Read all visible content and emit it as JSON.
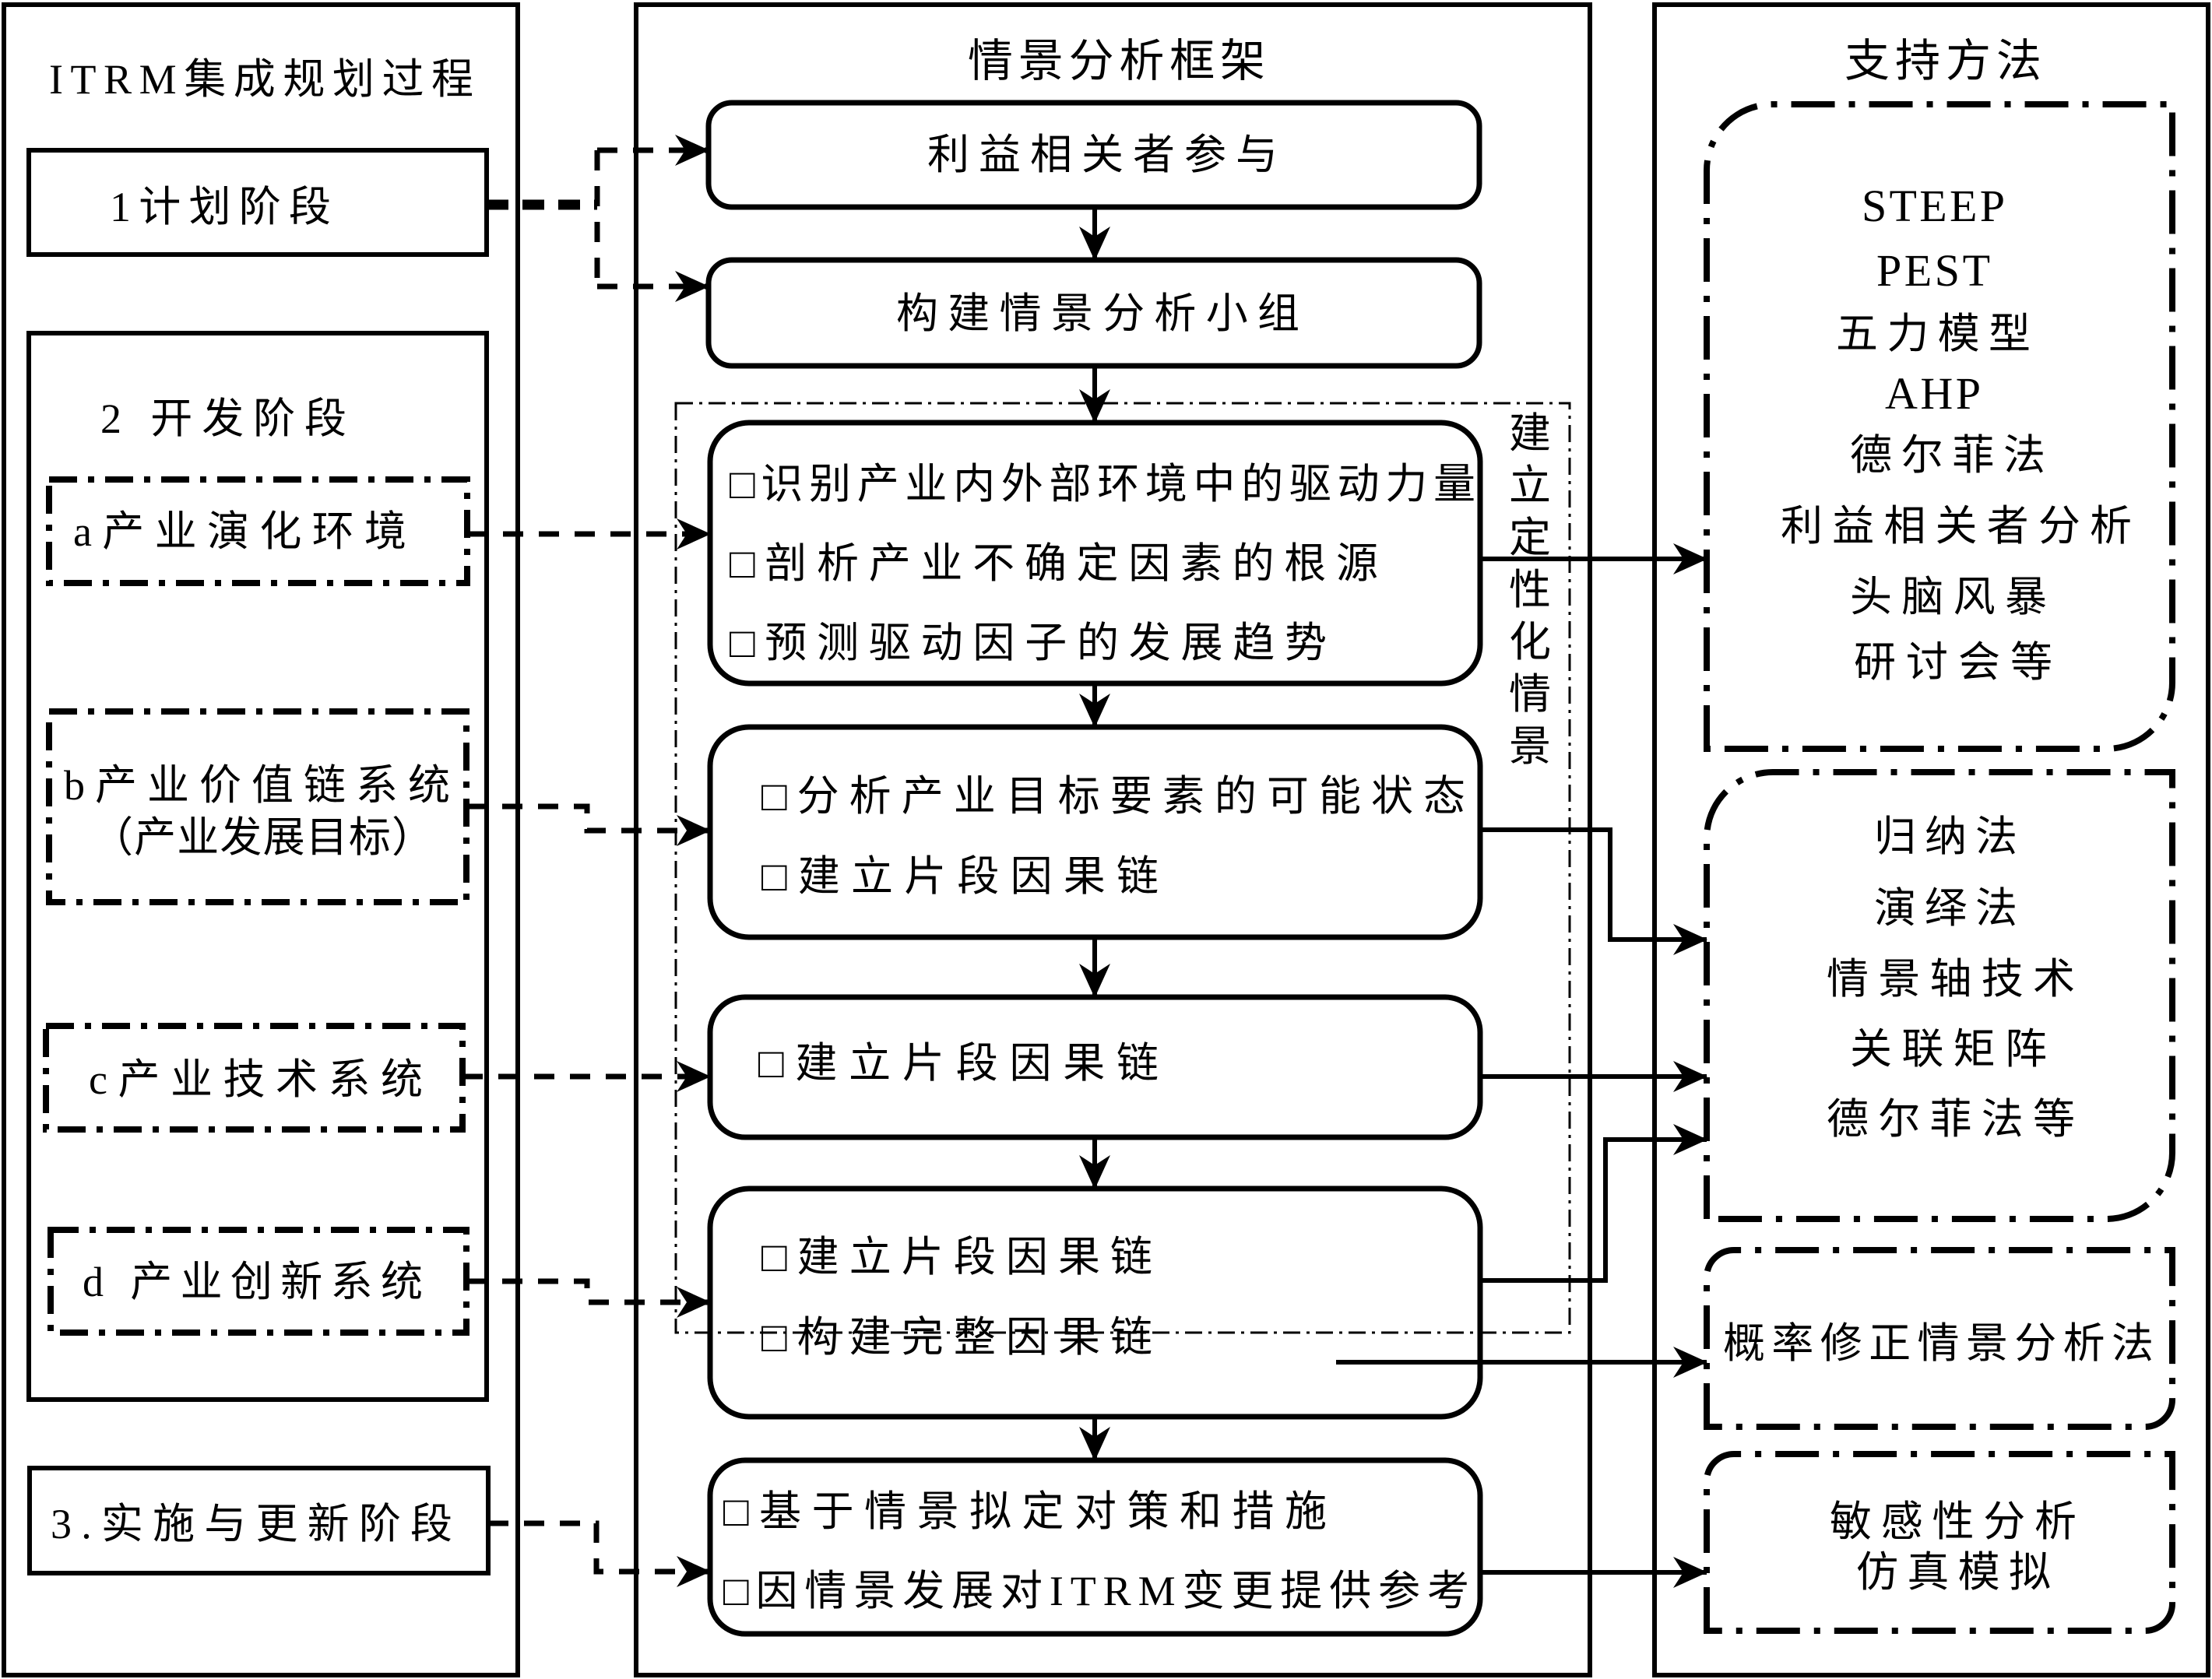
{
  "figure": {
    "left_panel": {
      "title": "ITRM集成规划过程",
      "phase1": {
        "label": "1计划阶段"
      },
      "phase2": {
        "label": "2 开发阶段",
        "subsystems": [
          {
            "lines": [
              "a产业演化环境"
            ]
          },
          {
            "lines": [
              "b产业价值链系统",
              "（产业发展目标）"
            ]
          },
          {
            "lines": [
              "c产业技术系统"
            ]
          },
          {
            "lines": [
              "d 产业创新系统"
            ]
          }
        ]
      },
      "phase3": {
        "label": "3.实施与更新阶段"
      }
    },
    "middle_panel": {
      "title": "情景分析框架",
      "steps": [
        {
          "lines": [
            "利益相关者参与"
          ]
        },
        {
          "lines": [
            "构建情景分析小组"
          ]
        },
        {
          "lines": [
            "□识别产业内外部环境中的驱动力量",
            "□剖析产业不确定因素的根源",
            "□预测驱动因子的发展趋势"
          ]
        },
        {
          "lines": [
            "□分析产业目标要素的可能状态",
            "□建立片段因果链"
          ]
        },
        {
          "lines": [
            "□建立片段因果链"
          ]
        },
        {
          "lines": [
            "□建立片段因果链",
            "□构建完整因果链"
          ]
        },
        {
          "lines": [
            "□基于情景拟定对策和措施",
            "□因情景发展对ITRM变更提供参考"
          ]
        }
      ],
      "group_label": "建立定性化情景"
    },
    "right_panel": {
      "title": "支持方法",
      "method_groups": [
        {
          "lines": [
            "STEEP",
            "PEST",
            "五力模型",
            "AHP",
            "德尔菲法",
            "利益相关者分析",
            "头脑风暴",
            "研讨会等"
          ]
        },
        {
          "lines": [
            "归纳法",
            "演绎法",
            "情景轴技术",
            "关联矩阵",
            "德尔菲法等"
          ]
        },
        {
          "lines": [
            "概率修正情景分析法"
          ]
        },
        {
          "lines": [
            "敏感性分析",
            "仿真模拟"
          ]
        }
      ]
    },
    "links": [
      {
        "from": "1计划阶段",
        "to": "利益相关者参与",
        "style": "dashed"
      },
      {
        "from": "1计划阶段",
        "to": "构建情景分析小组",
        "style": "dashed"
      },
      {
        "from": "a产业演化环境",
        "to": "step 3",
        "style": "dashed"
      },
      {
        "from": "b产业价值链系统",
        "to": "step 4",
        "style": "dashed"
      },
      {
        "from": "c产业技术系统",
        "to": "step 5",
        "style": "dashed"
      },
      {
        "from": "d 产业创新系统",
        "to": "step 6",
        "style": "dashed"
      },
      {
        "from": "3.实施与更新阶段",
        "to": "step 7",
        "style": "dashed"
      },
      {
        "from": "step 3",
        "to": "method group 1",
        "style": "solid"
      },
      {
        "from": "step 4",
        "to": "method group 2",
        "style": "solid"
      },
      {
        "from": "step 5",
        "to": "method group 2",
        "style": "solid"
      },
      {
        "from": "step 6",
        "to": "method group 2",
        "style": "solid"
      },
      {
        "from": "step 6",
        "to": "method group 3",
        "style": "solid"
      },
      {
        "from": "step 7",
        "to": "method group 4",
        "style": "solid"
      }
    ]
  }
}
